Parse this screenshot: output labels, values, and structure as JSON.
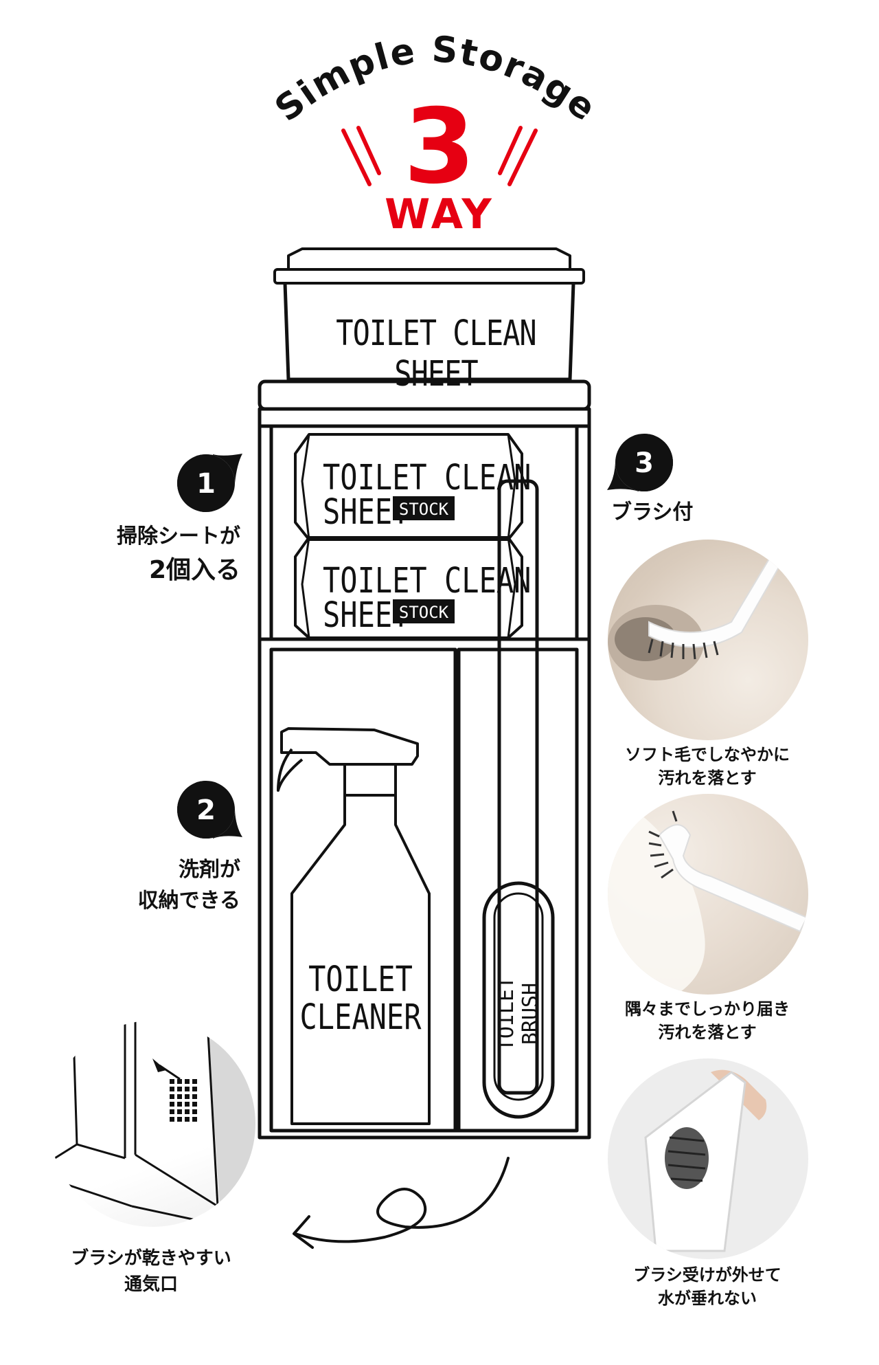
{
  "header": {
    "title": "Simple Storage",
    "number": "3",
    "way": "WAY",
    "accent_color": "#e60012"
  },
  "product": {
    "top_box_label": "TOILET CLEAN SHEET",
    "stock_line1": "TOILET CLEAN",
    "stock_line2": "SHEET",
    "stock_badge": "STOCK",
    "cleaner_line1": "TOILET",
    "cleaner_line2": "CLEANER",
    "brush_label": "TOILET BRUSH"
  },
  "features": [
    {
      "num": "1",
      "line1": "掃除シートが",
      "line2": "2個入る"
    },
    {
      "num": "2",
      "line1": "洗剤が",
      "line2": "収納できる"
    },
    {
      "num": "3",
      "line1": "ブラシ付"
    }
  ],
  "photos": [
    {
      "line1": "ソフト毛でしなやかに",
      "line2": "汚れを落とす"
    },
    {
      "line1": "隅々までしっかり届き",
      "line2": "汚れを落とす"
    },
    {
      "line1": "ブラシ受けが外せて",
      "line2": "水が垂れない"
    }
  ],
  "vent": {
    "line1": "ブラシが乾きやすい",
    "line2": "通気口"
  }
}
